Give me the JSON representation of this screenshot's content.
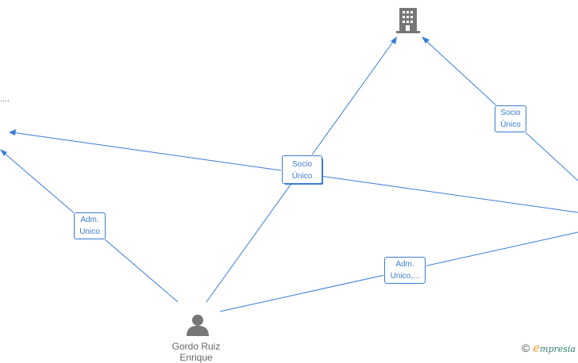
{
  "nodes": {
    "person": {
      "name_line1": "Gordo Ruiz",
      "name_line2": "Enrique",
      "icon": "person-icon"
    },
    "company_top": {
      "icon": "building-icon"
    },
    "left_truncated": {
      "text": "...."
    }
  },
  "edges": [
    {
      "id": "adm-unico-left",
      "label_line1": "Adm.",
      "label_line2": "Unico"
    },
    {
      "id": "socio-unico-center",
      "label_line1": "Socio",
      "label_line2": "Único"
    },
    {
      "id": "socio-unico-right",
      "label_line1": "Socio",
      "label_line2": "Único"
    },
    {
      "id": "adm-unico-right",
      "label_line1": "Adm.",
      "label_line2": "Unico,..."
    }
  ],
  "watermark": {
    "copyright": "©",
    "brand_initial": "e",
    "brand_rest": "mpresia"
  },
  "colors": {
    "edge": "#3a7bd5",
    "icon": "#777777",
    "label_text": "#666666"
  }
}
